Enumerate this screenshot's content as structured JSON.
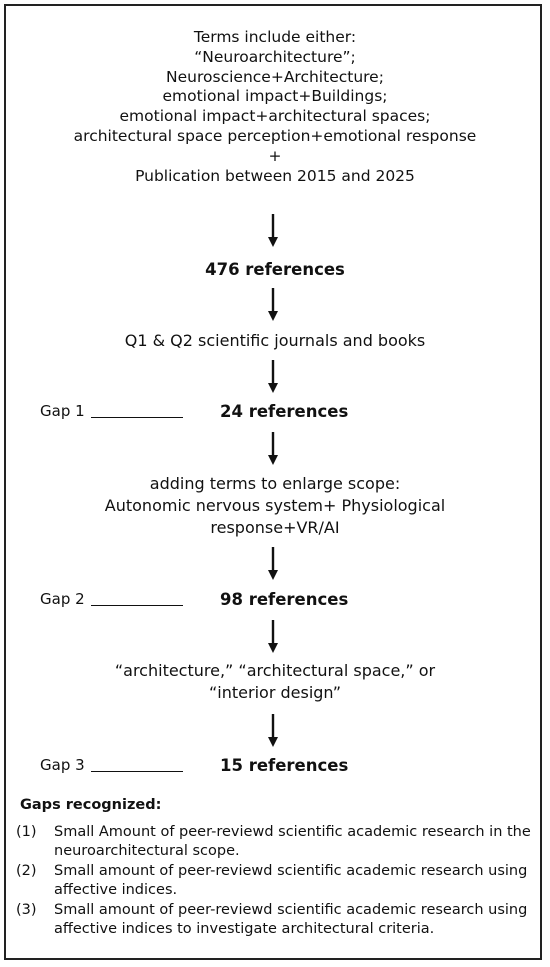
{
  "search_terms": {
    "lines": [
      "Terms include either:",
      "“Neuroarchitecture”;",
      "Neuroscience+Architecture;",
      "emotional impact+Buildings;",
      "emotional impact+architectural spaces;",
      "architectural space perception+emotional response",
      "+",
      "Publication between 2015 and 2025"
    ]
  },
  "step1": {
    "count": "476 references"
  },
  "filter1": {
    "text": "Q1 & Q2 scientific journals and books"
  },
  "step2": {
    "gap_label": "Gap 1",
    "count": "24 references"
  },
  "filter2": {
    "lines": [
      "adding terms to enlarge scope:",
      "Autonomic nervous system+ Physiological",
      "response+VR/AI"
    ]
  },
  "step3": {
    "gap_label": "Gap 2",
    "count": "98 references"
  },
  "filter3": {
    "lines": [
      "“architecture,” “architectural space,” or",
      "“interior design”"
    ]
  },
  "step4": {
    "gap_label": "Gap 3",
    "count": "15 references"
  },
  "gaps": {
    "title": "Gaps recognized:",
    "items": [
      {
        "num": "(1)",
        "text": "Small Amount of peer-reviewd scientific academic research in the neuroarchitectural scope."
      },
      {
        "num": "(2)",
        "text": "Small amount of peer-reviewd scientific academic research using affective indices."
      },
      {
        "num": "(3)",
        "text": "Small amount of peer-reviewd scientific academic research using affective indices to investigate architectural criteria."
      }
    ]
  }
}
